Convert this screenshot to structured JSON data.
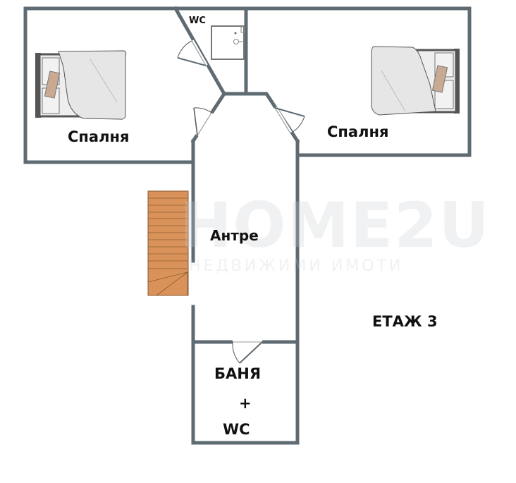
{
  "plan": {
    "floor_label": "ЕТАЖ 3",
    "rooms": {
      "bedroom_left": {
        "label": "Спалня"
      },
      "bedroom_right": {
        "label": "Спалня"
      },
      "wc_small": {
        "label": "WC"
      },
      "hallway": {
        "label": "Антре"
      },
      "bathroom": {
        "line1": "БАНЯ",
        "line2": "+",
        "line3": "WC"
      }
    },
    "watermark": {
      "brand": "HOME2U",
      "tagline": "НЕДВИЖИМИ ИМОТИ"
    },
    "colors": {
      "wall": "#5f6b73",
      "stairs": "#d9935a",
      "bed_frame": "#555555",
      "bed_sheet": "#e6e6e6",
      "pillow_accent": "#c9a992",
      "text": "#111111"
    }
  }
}
